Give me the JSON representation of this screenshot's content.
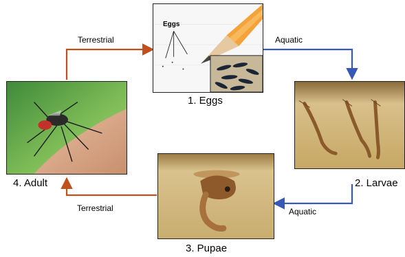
{
  "stages": {
    "eggs": {
      "label": "1. Eggs",
      "inset_text": "Eggs"
    },
    "larvae": {
      "label": "2. Larvae"
    },
    "pupae": {
      "label": "3. Pupae"
    },
    "adult": {
      "label": "4. Adult"
    }
  },
  "transitions": {
    "adult_to_eggs": {
      "label": "Terrestrial",
      "color": "#c0501e"
    },
    "eggs_to_larvae": {
      "label": "Aquatic",
      "color": "#3858b8"
    },
    "larvae_to_pupae": {
      "label": "Aquatic",
      "color": "#3858b8"
    },
    "pupae_to_adult": {
      "label": "Terrestrial",
      "color": "#c0501e"
    }
  }
}
